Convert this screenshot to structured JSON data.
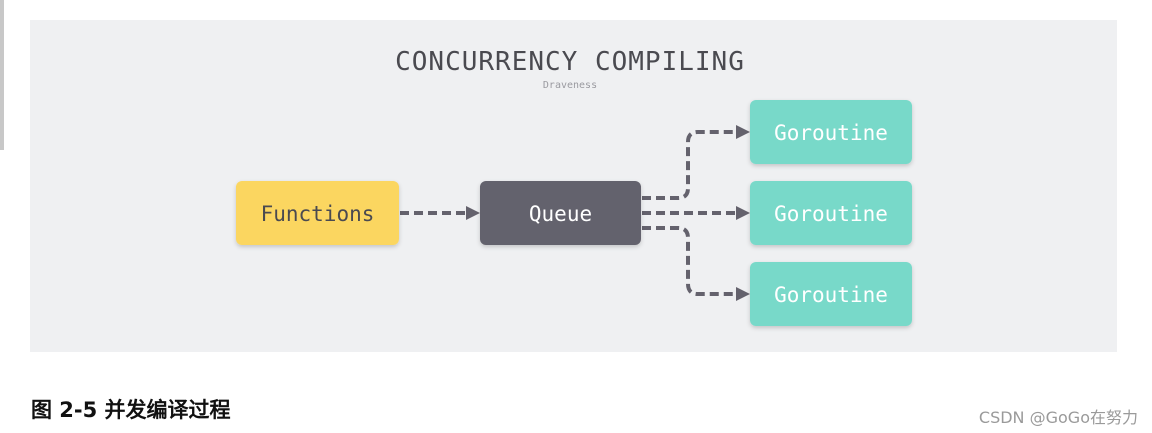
{
  "diagram": {
    "title": "CONCURRENCY COMPILING",
    "subtitle": "Draveness",
    "nodes": {
      "functions": "Functions",
      "queue": "Queue",
      "goroutine_1": "Goroutine",
      "goroutine_2": "Goroutine",
      "goroutine_3": "Goroutine"
    },
    "colors": {
      "background": "#eff0f2",
      "functions_fill": "#fbd661",
      "queue_fill": "#64626d",
      "goroutine_fill": "#78d9c9",
      "arrow": "#64626d",
      "title": "#4a4a50"
    }
  },
  "caption": "图 2-5 并发编译过程",
  "watermark": "CSDN @GoGo在努力"
}
